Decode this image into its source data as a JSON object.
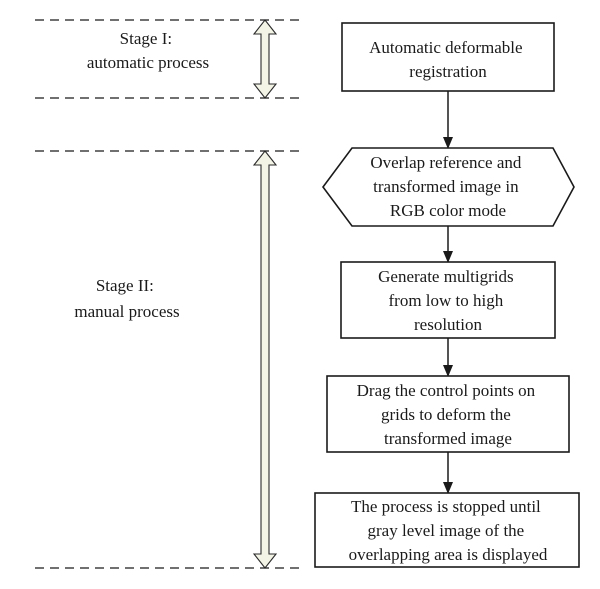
{
  "stages": [
    {
      "id": "stage-1",
      "lines": [
        "Stage I:",
        "automatic process"
      ]
    },
    {
      "id": "stage-2",
      "lines": [
        "Stage II:",
        "manual process"
      ]
    }
  ],
  "steps": [
    {
      "shape": "rectangle",
      "lines": [
        "Automatic deformable",
        "registration"
      ]
    },
    {
      "shape": "hexagon",
      "lines": [
        "Overlap reference and",
        "transformed image in",
        "RGB color mode"
      ]
    },
    {
      "shape": "rectangle",
      "lines": [
        "Generate multigrids",
        "from low to high",
        "resolution"
      ]
    },
    {
      "shape": "rectangle",
      "lines": [
        "Drag the control points on",
        "grids to deform the",
        "transformed image"
      ]
    },
    {
      "shape": "rectangle",
      "lines": [
        "The process is stopped until",
        "gray level image of the",
        "overlapping area is displayed"
      ]
    }
  ],
  "colors": {
    "line": "#1a1a1a",
    "span_arrow_fill": "#f3f4e6"
  }
}
